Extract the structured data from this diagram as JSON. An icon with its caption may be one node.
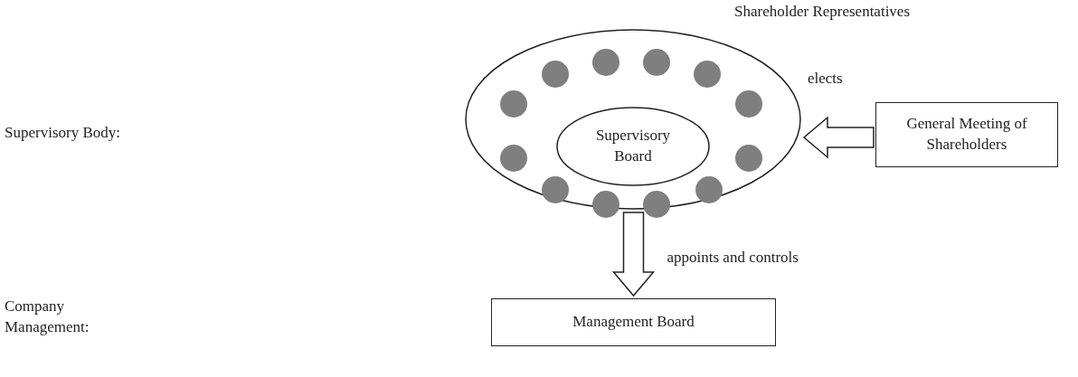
{
  "diagram": {
    "nodes": [
      {
        "text": [],
        "shape": "ellipse"
      },
      {
        "text": [
          "Supervisory Board"
        ],
        "in": 0
      },
      {
        "text": [
          "General Meeting of Shareholders"
        ]
      },
      {
        "text": [
          "Management Board"
        ]
      },
      {
        "text": [],
        "shape": "circle",
        "in": 0
      },
      {
        "text": [],
        "shape": "circle",
        "in": 0
      },
      {
        "text": [],
        "shape": "circle",
        "in": 0
      },
      {
        "text": [],
        "shape": "circle",
        "in": 0
      },
      {
        "text": [],
        "shape": "circle",
        "in": 0
      },
      {
        "text": [],
        "shape": "circle",
        "in": 0
      },
      {
        "text": [],
        "shape": "circle",
        "in": 0
      },
      {
        "text": [],
        "shape": "circle",
        "in": 0
      },
      {
        "text": [],
        "shape": "circle",
        "in": 0
      },
      {
        "text": [],
        "shape": "circle",
        "in": 0
      },
      {
        "text": [],
        "shape": "circle",
        "in": 0
      },
      {
        "text": [],
        "shape": "circle",
        "in": 0
      }
    ],
    "edges": [
      {
        "from": 2,
        "to": 0,
        "arrow": "to",
        "label": "elects"
      },
      {
        "from": 0,
        "to": 3,
        "arrow": "to",
        "label": "appoints and controls"
      }
    ],
    "labels": [
      "Shareholder Representatives",
      "Supervisory Body:",
      "Company Management:"
    ]
  }
}
